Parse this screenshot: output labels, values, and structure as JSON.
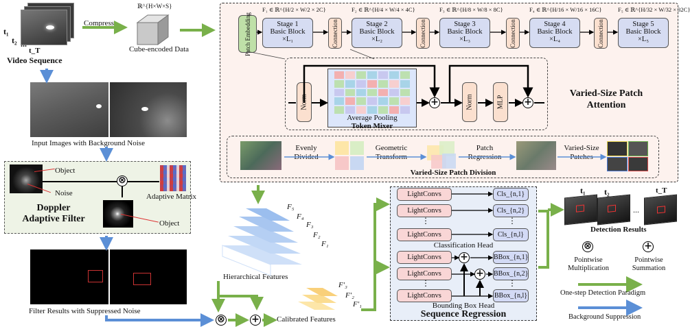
{
  "input": {
    "frame_labels": {
      "t1": "t₁",
      "t2": "t₂",
      "dots": "...",
      "tT": "t_T"
    },
    "video_sequence": "Video Sequence",
    "compress": "Compress",
    "cube_formula": "ℝ^{H×W×S}",
    "cube_label": "Cube-encoded Data"
  },
  "left_panel": {
    "input_images": "Input Images with Background Noise",
    "object_label": "Object",
    "noise_label": "Noise",
    "adaptive_matrix": "Adaptive Matrix",
    "doppler_line1": "Doppler",
    "doppler_line2": "Adaptive Filter",
    "object_label2": "Object",
    "filter_results": "Filter Results with Suppressed Noise"
  },
  "vsp": {
    "patch_embedding": "Patch Embedding",
    "stages": [
      {
        "formula": "F₁ ∈ ℝ^{H/2 × W/2 × 2C}",
        "line1": "Stage 1",
        "line2": "Basic Block",
        "line3": "×L₁"
      },
      {
        "formula": "F₂ ∈ ℝ^{H/4 × W/4 × 4C}",
        "line1": "Stage 2",
        "line2": "Basic Block",
        "line3": "×L₂"
      },
      {
        "formula": "F₃ ∈ ℝ^{H/8 × W/8 × 8C}",
        "line1": "Stage 3",
        "line2": "Basic Block",
        "line3": "×L₃"
      },
      {
        "formula": "F₄ ∈ ℝ^{H/16 × W/16 × 16C}",
        "line1": "Stage 4",
        "line2": "Basic Block",
        "line3": "×L₄"
      },
      {
        "formula": "F₅ ∈ ℝ^{H/32 × W/32 × 32C}",
        "line1": "Stage 5",
        "line2": "Basic Block",
        "line3": "×L₅"
      }
    ],
    "connection": "Connection",
    "norm1": "Norm",
    "avg_pooling": "Average Pooling",
    "token_mixer": "Token Mixer",
    "norm2": "Norm",
    "mlp": "MLP",
    "title_line1": "Varied-Size Patch",
    "title_line2": "Attention",
    "div_evenly1": "Evenly",
    "div_evenly2": "Divided",
    "div_geo1": "Geometric",
    "div_geo2": "Transform",
    "div_reg1": "Patch",
    "div_reg2": "Regression",
    "div_varied1": "Varied-Size",
    "div_varied2": "Patches",
    "division_title": "Varied-Size Patch Division"
  },
  "middle": {
    "pyramid_labels": [
      "F₅",
      "F₄",
      "F₃",
      "F₂",
      "F₁"
    ],
    "hierarchical": "Hierarchical Features",
    "calibrated_labels": [
      "F′₃",
      "F′₂",
      "F′₁"
    ],
    "calibrated": "Calibrated Features"
  },
  "seqreg": {
    "lightconvs": "LightConvs",
    "cls_labels": [
      "Cls_{n,1}",
      "Cls_{n,2}",
      "Cls_{n,l}"
    ],
    "classification_head": "Classification Head",
    "bbox_labels": [
      "BBox_{n,1}",
      "BBox_{n,2}",
      "BBox_{n,l}"
    ],
    "bbox_head": "Bounding Box Head",
    "title": "Sequence Regression",
    "vdots": "⋮"
  },
  "results": {
    "t1": "t₁",
    "t2": "t₂",
    "dots": "...",
    "tT": "t_T",
    "detection_results": "Detection Results",
    "pointwise_mult1": "Pointwise",
    "pointwise_mult2": "Multiplication",
    "pointwise_sum1": "Pointwise",
    "pointwise_sum2": "Summation",
    "one_step": "One-step Detection Paradigm",
    "background_suppression": "Background Suppression"
  },
  "colors": {
    "green_arrow": "#79b04a",
    "blue_arrow": "#5b8fd6",
    "stage_fill": "#d6dcf2",
    "connection_fill": "#fbe0cf",
    "vsp_panel_fill": "#fdf2ee",
    "patch_embed_fill": "#bfe0a8",
    "left_panel_fill": "#eef3e6",
    "seqreg_fill": "#e8eef8",
    "lightconvs_fill": "#f9d6d6"
  }
}
